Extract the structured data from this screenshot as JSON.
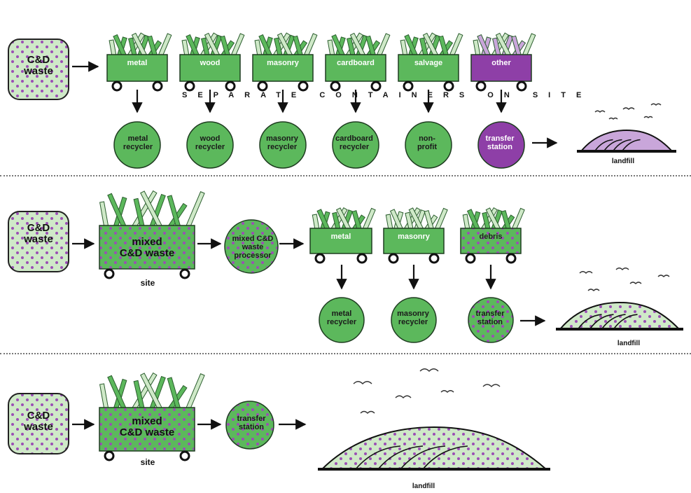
{
  "colors": {
    "green": "#5cb85c",
    "green_dark": "#3f8f45",
    "green_light": "#cfe9c8",
    "purple": "#8e3fa7",
    "purple_light": "#c9a6da",
    "dot": "#9b4fb5"
  },
  "row1": {
    "source": "C&D\nwaste",
    "bins": [
      {
        "label": "metal",
        "contents": "metal-scrap"
      },
      {
        "label": "wood",
        "contents": "wood-planks"
      },
      {
        "label": "masonry",
        "contents": "masonry-rubble"
      },
      {
        "label": "cardboard",
        "contents": "cardboard-sheets"
      },
      {
        "label": "salvage",
        "contents": "salvage-boxes"
      },
      {
        "label": "other",
        "contents": "mixed-debris"
      }
    ],
    "caption": "SEPARATE CONTAINERS ON SITE",
    "destinations": [
      "metal\nrecycler",
      "wood\nrecycler",
      "masonry\nrecycler",
      "cardboard\nrecycler",
      "non-\nprofit",
      "transfer\nstation"
    ],
    "landfill": "landfill"
  },
  "row2": {
    "source": "C&D\nwaste",
    "mixed_bin": "mixed\nC&D waste",
    "site": "site",
    "processor": "mixed C&D\nwaste\nprocessor",
    "bins": [
      "metal",
      "masonry",
      "debris"
    ],
    "destinations": [
      "metal\nrecycler",
      "masonry\nrecycler",
      "transfer\nstation"
    ],
    "landfill": "landfill"
  },
  "row3": {
    "source": "C&D\nwaste",
    "mixed_bin": "mixed\nC&D waste",
    "site": "site",
    "transfer": "transfer\nstation",
    "landfill": "landfill"
  }
}
